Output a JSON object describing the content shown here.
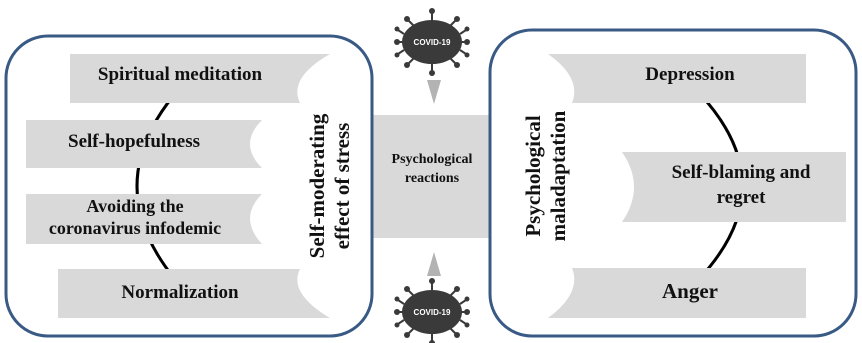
{
  "colors": {
    "frame": "#3a5a86",
    "panel": "#d9d9d9",
    "arc": "#000000",
    "virus": "#3a3a3a",
    "arrow": "#b3b3b3"
  },
  "left_panel": {
    "items": [
      "Spiritual meditation",
      "Self-hopefulness",
      "Avoiding the",
      "coronavirus infodemic",
      "Normalization"
    ],
    "vertical_title": [
      "Self-moderating",
      "effect of stress"
    ]
  },
  "center": {
    "label_line1": "Psychological",
    "label_line2": "reactions",
    "virus_top": "COVID-19",
    "virus_bottom": "COVID-19"
  },
  "right_panel": {
    "vertical_title": [
      "Psychological",
      "maladaptation"
    ],
    "items": [
      "Depression",
      "Self-blaming and",
      "regret",
      "Anger"
    ]
  }
}
